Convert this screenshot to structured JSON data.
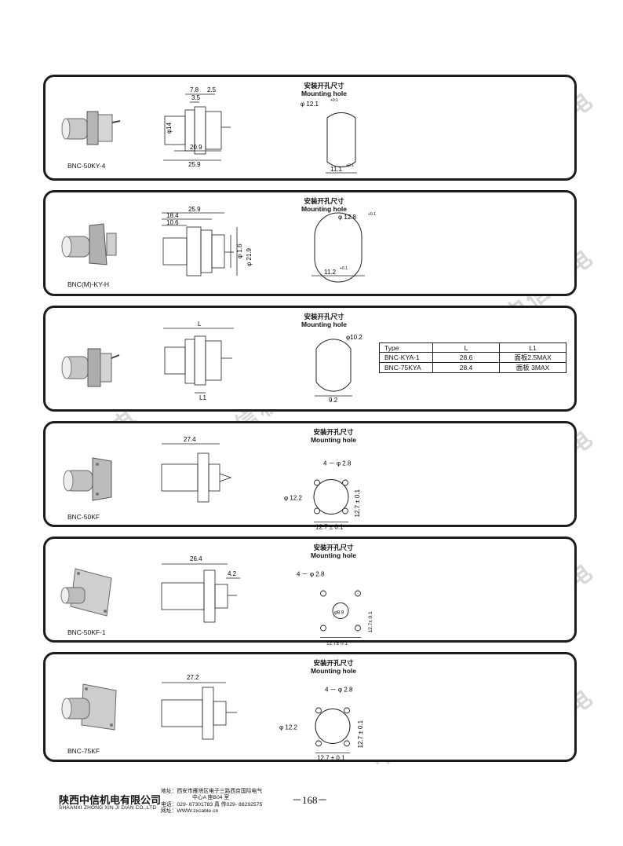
{
  "mounting_title_cn": "安装开孔尺寸",
  "mounting_title_en": "Mounting hole",
  "watermark": "中信机电",
  "cards": [
    {
      "model": "BNC-50KY-4",
      "dims": [
        "7.8",
        "2.5",
        "3.5",
        "φ14",
        "20.9",
        "25.9"
      ],
      "hole": [
        "φ 12.1",
        "+0.1",
        "11.1",
        "+0.1"
      ]
    },
    {
      "model": "BNC(M)-KY-H",
      "dims": [
        "25.9",
        "18.4",
        "10.6",
        "φ 1.6",
        "φ 21.9"
      ],
      "hole": [
        "φ 12.8",
        "+0.1",
        "11.2",
        "+0.1"
      ]
    },
    {
      "model": "",
      "dims": [
        "L",
        "L1"
      ],
      "hole": [
        "φ10.2",
        "9.2"
      ],
      "table": {
        "headers": [
          "Type",
          "L",
          "L1"
        ],
        "rows": [
          [
            "BNC-KYA-1",
            "28.6",
            "面板2.5MAX"
          ],
          [
            "BNC-75KYA",
            "28.4",
            "面板  3MAX"
          ]
        ]
      }
    },
    {
      "model": "BNC-50KF",
      "dims": [
        "27.4"
      ],
      "hole": [
        "4 － φ 2.8",
        "φ 12.2",
        "12.7 ± 0.1",
        "12.7 ± 0.1"
      ]
    },
    {
      "model": "BNC-50KF-1",
      "dims": [
        "26.4",
        "4.2"
      ],
      "hole": [
        "4 － φ 2.8",
        "φ8.9",
        "12.7± 0.1",
        "12.7± 0.1"
      ]
    },
    {
      "model": "BNC-75KF",
      "dims": [
        "27.2"
      ],
      "hole": [
        "4 － φ 2.8",
        "φ 12.2",
        "12.7 ± 0.1",
        "12.7 ± 0.1"
      ]
    }
  ],
  "footer": {
    "company_cn": "陕西中信机电有限公司",
    "company_en": "SHAANXI ZHONG XIN JI DIAN CO.,LTD",
    "address": "地址：西安市雁塔区电子三路西京国际电气",
    "address2": "中心A 座B04 室",
    "phone": "电话：029- 87301783      真  传029- 88292575",
    "web": "网址：WWW.zxcable.cn",
    "page": "－168－"
  }
}
